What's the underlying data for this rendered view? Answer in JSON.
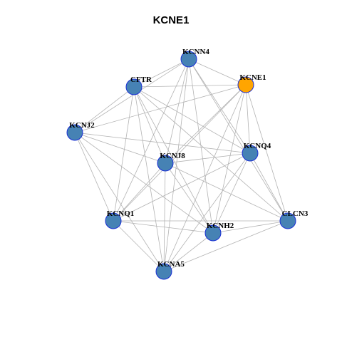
{
  "title": "KCNE1",
  "colors": {
    "hub_fill": "#FFA500",
    "node_fill": "#4682B4",
    "node_border": "#1A2FD6",
    "edge": "#B3B3B3"
  },
  "nodes": [
    {
      "id": "KCNN4",
      "label": "KCNN4",
      "hub": false
    },
    {
      "id": "CFTR",
      "label": "CFTR",
      "hub": false
    },
    {
      "id": "KCNE1",
      "label": "KCNE1",
      "hub": true
    },
    {
      "id": "KCNJ2",
      "label": "KCNJ2",
      "hub": false
    },
    {
      "id": "KCNQ4",
      "label": "KCNQ4",
      "hub": false
    },
    {
      "id": "KCNJ8",
      "label": "KCNJ8",
      "hub": false
    },
    {
      "id": "KCNQ1",
      "label": "KCNQ1",
      "hub": false
    },
    {
      "id": "CLCN3",
      "label": "CLCN3",
      "hub": false
    },
    {
      "id": "KCNH2",
      "label": "KCNH2",
      "hub": false
    },
    {
      "id": "KCNA5",
      "label": "KCNA5",
      "hub": false
    }
  ],
  "edges": [
    [
      "KCNN4",
      "CFTR"
    ],
    [
      "KCNN4",
      "KCNE1"
    ],
    [
      "KCNN4",
      "KCNJ2"
    ],
    [
      "KCNN4",
      "KCNQ4"
    ],
    [
      "KCNN4",
      "KCNJ8"
    ],
    [
      "KCNN4",
      "KCNQ1"
    ],
    [
      "KCNN4",
      "CLCN3"
    ],
    [
      "KCNN4",
      "KCNH2"
    ],
    [
      "KCNN4",
      "KCNA5"
    ],
    [
      "CFTR",
      "KCNE1"
    ],
    [
      "CFTR",
      "KCNJ2"
    ],
    [
      "CFTR",
      "KCNQ4"
    ],
    [
      "CFTR",
      "KCNJ8"
    ],
    [
      "CFTR",
      "KCNQ1"
    ],
    [
      "CFTR",
      "CLCN3"
    ],
    [
      "CFTR",
      "KCNH2"
    ],
    [
      "CFTR",
      "KCNA5"
    ],
    [
      "KCNE1",
      "KCNJ2"
    ],
    [
      "KCNE1",
      "KCNQ4"
    ],
    [
      "KCNE1",
      "KCNJ8"
    ],
    [
      "KCNE1",
      "KCNQ1"
    ],
    [
      "KCNE1",
      "CLCN3"
    ],
    [
      "KCNE1",
      "KCNH2"
    ],
    [
      "KCNE1",
      "KCNA5"
    ],
    [
      "KCNJ2",
      "KCNQ4"
    ],
    [
      "KCNJ2",
      "KCNJ8"
    ],
    [
      "KCNJ2",
      "KCNQ1"
    ],
    [
      "KCNJ2",
      "KCNH2"
    ],
    [
      "KCNJ2",
      "KCNA5"
    ],
    [
      "KCNQ4",
      "KCNJ8"
    ],
    [
      "KCNQ4",
      "KCNQ1"
    ],
    [
      "KCNQ4",
      "CLCN3"
    ],
    [
      "KCNQ4",
      "KCNH2"
    ],
    [
      "KCNQ4",
      "KCNA5"
    ],
    [
      "KCNJ8",
      "KCNQ1"
    ],
    [
      "KCNJ8",
      "CLCN3"
    ],
    [
      "KCNJ8",
      "KCNH2"
    ],
    [
      "KCNJ8",
      "KCNA5"
    ],
    [
      "KCNQ1",
      "CLCN3"
    ],
    [
      "KCNQ1",
      "KCNH2"
    ],
    [
      "KCNQ1",
      "KCNA5"
    ],
    [
      "CLCN3",
      "KCNH2"
    ],
    [
      "CLCN3",
      "KCNA5"
    ],
    [
      "KCNH2",
      "KCNA5"
    ]
  ]
}
